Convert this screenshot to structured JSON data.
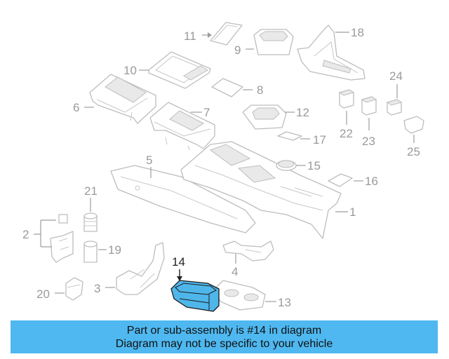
{
  "callouts": {
    "p1": "1",
    "p2": "2",
    "p3": "3",
    "p4": "4",
    "p5": "5",
    "p6": "6",
    "p7": "7",
    "p8": "8",
    "p9": "9",
    "p10": "10",
    "p11": "11",
    "p12": "12",
    "p13": "13",
    "p14": "14",
    "p15": "15",
    "p16": "16",
    "p17": "17",
    "p18": "18",
    "p19": "19",
    "p20": "20",
    "p21": "21",
    "p22": "22",
    "p23": "23",
    "p24": "24",
    "p25": "25"
  },
  "banner": {
    "line1": "Part or sub-assembly is #14 in diagram",
    "line2": "Diagram may not be specific to your vehicle"
  },
  "colors": {
    "banner_bg": "#4fb8f0",
    "highlight": "#4fb6ea"
  }
}
